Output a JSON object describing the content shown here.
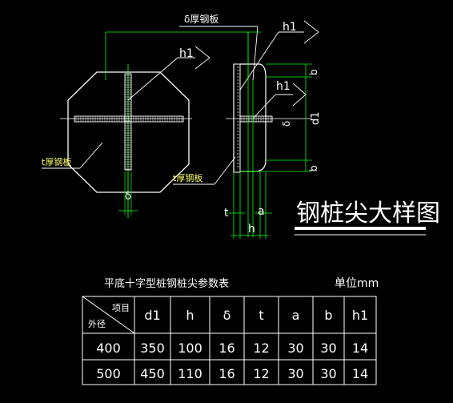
{
  "colors": {
    "background": "#000000",
    "outline": "#ffffff",
    "dimension": "#00ff00",
    "text_yellow": "#ffff66",
    "table": "#ffffff"
  },
  "drawing": {
    "title": "钢桩尖大样图",
    "plate_delta_label": "δ厚钢板",
    "plate_t_label_left": "t厚钢板",
    "plate_t_label_right": "t厚钢板",
    "weld_h1_a": "h1",
    "weld_h1_b": "h1",
    "weld_h1_c": "h1",
    "dim_delta_bottom": "δ",
    "dim_b_top": "b",
    "dim_d1": "d1",
    "dim_b_bottom": "b",
    "dim_delta_side": "δ",
    "dim_t": "t",
    "dim_a": "a",
    "dim_h": "h"
  },
  "table": {
    "caption": "平底十字型桩钢桩尖参数表",
    "unit": "单位mm",
    "corner_top": "项目",
    "corner_bottom": "外径",
    "headers": [
      "d1",
      "h",
      "δ",
      "t",
      "a",
      "b",
      "h1"
    ],
    "rows": [
      {
        "od": "400",
        "values": [
          "350",
          "100",
          "16",
          "12",
          "30",
          "30",
          "14"
        ]
      },
      {
        "od": "500",
        "values": [
          "450",
          "110",
          "16",
          "12",
          "30",
          "30",
          "14"
        ]
      }
    ]
  }
}
